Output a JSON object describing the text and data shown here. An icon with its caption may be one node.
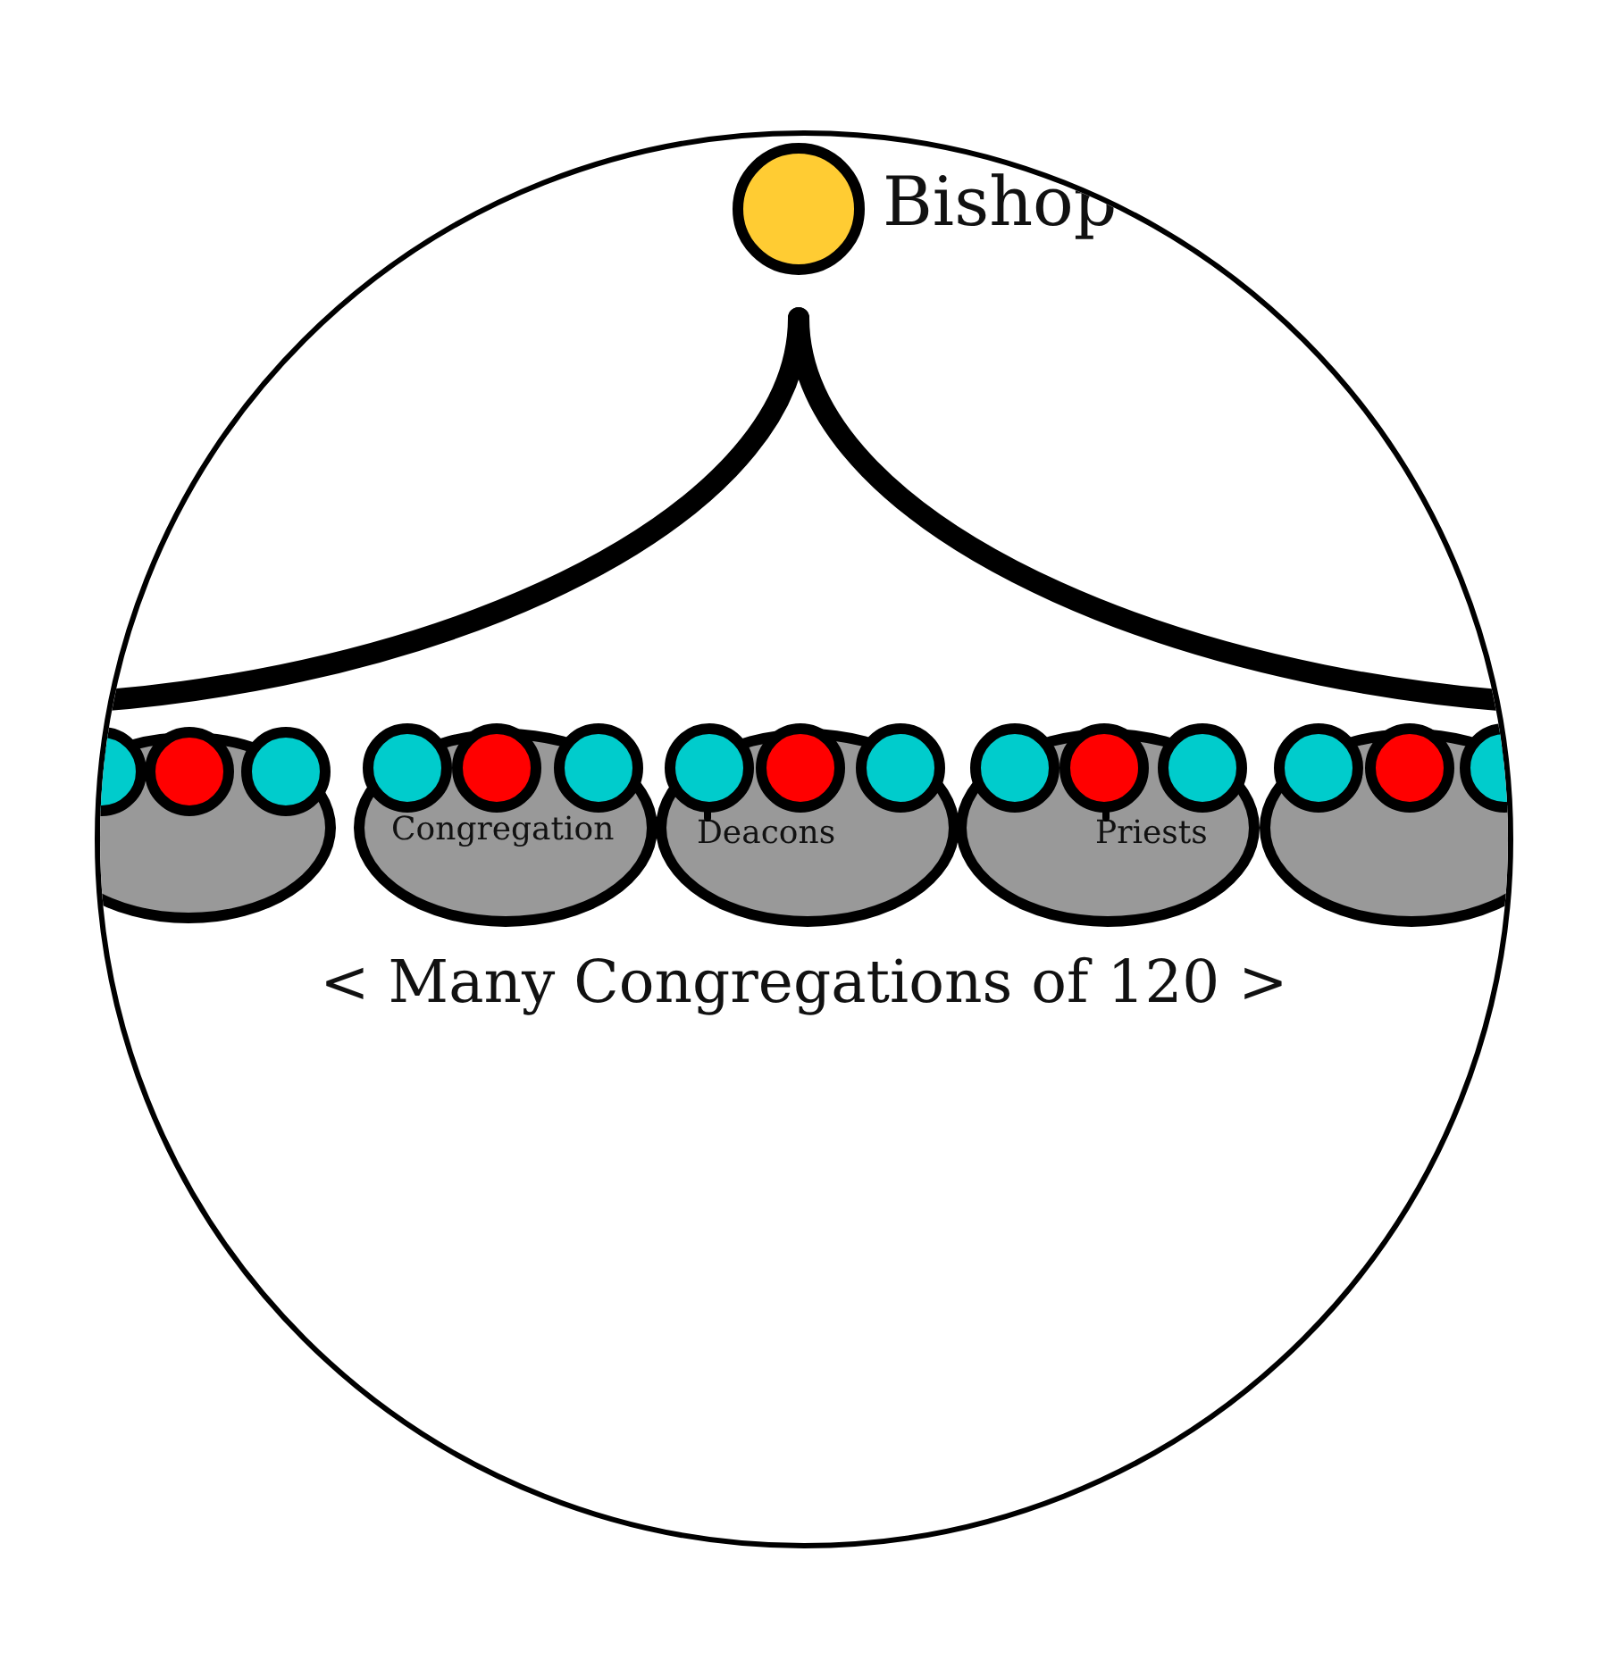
{
  "diagram": {
    "nodes": [
      {
        "text": [],
        "shape": "circle",
        "beside": [
          "Bishop"
        ]
      },
      {
        "text": [],
        "shape": "ellipse"
      },
      {
        "text": [
          "Congregation"
        ]
      },
      {
        "text": [],
        "shape": "ellipse"
      },
      {
        "text": [
          "Deacons"
        ],
        "in": 3
      },
      {
        "text": [],
        "shape": "ellipse"
      },
      {
        "text": [
          "Priests"
        ],
        "in": 5
      },
      {
        "text": [],
        "shape": "ellipse"
      },
      {
        "text": [],
        "shape": "circle",
        "in": 1
      },
      {
        "text": [],
        "shape": "circle",
        "in": 1
      },
      {
        "text": [],
        "shape": "circle",
        "in": 1
      },
      {
        "text": [],
        "shape": "circle",
        "in": 2
      },
      {
        "text": [],
        "shape": "circle",
        "in": 2
      },
      {
        "text": [],
        "shape": "circle",
        "in": 2
      },
      {
        "text": [],
        "shape": "circle",
        "in": 3
      },
      {
        "text": [],
        "shape": "circle",
        "in": 3
      },
      {
        "text": [],
        "shape": "circle",
        "in": 3
      },
      {
        "text": [],
        "shape": "circle",
        "in": 5
      },
      {
        "text": [],
        "shape": "circle",
        "in": 5
      },
      {
        "text": [],
        "shape": "circle",
        "in": 5
      },
      {
        "text": [],
        "shape": "circle",
        "in": 7
      },
      {
        "text": [],
        "shape": "circle",
        "in": 7
      },
      {
        "text": [],
        "shape": "circle",
        "in": 7
      }
    ],
    "edges": [
      {
        "from": 0,
        "to": null,
        "arrow": "none",
        "style": "thick"
      },
      {
        "from": 0,
        "to": null,
        "arrow": "none",
        "style": "thick"
      },
      {
        "from": 4,
        "to": 14,
        "arrow": "none"
      },
      {
        "from": 6,
        "to": 18,
        "arrow": "none"
      }
    ],
    "labels": [
      "< Many Congregations of 120 >"
    ]
  }
}
